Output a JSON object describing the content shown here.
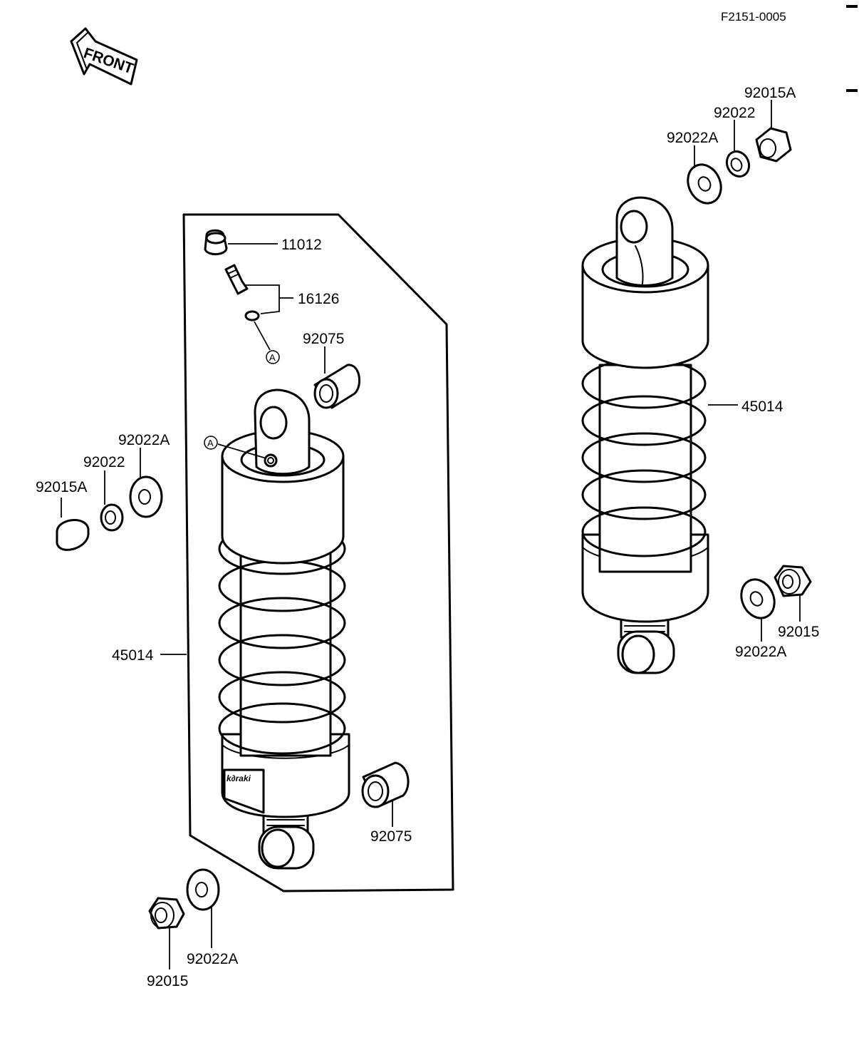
{
  "diagram_code": "F2151-0005",
  "front_label": "FRONT",
  "reference_mark": "A",
  "brand_fragment": "k∂raki",
  "colors": {
    "ink": "#000000",
    "paper": "#ffffff"
  },
  "labels": {
    "p11012": "11012",
    "p16126": "16126",
    "p92075_top": "92075",
    "p92075_bottom": "92075",
    "p45014_left": "45014",
    "p45014_right": "45014",
    "p92015A_left": "92015A",
    "p92022_left": "92022",
    "p92022A_left": "92022A",
    "p92015_bottom_left": "92015",
    "p92022A_bottom_left": "92022A",
    "p92015A_right": "92015A",
    "p92022_right": "92022",
    "p92022A_right": "92022A",
    "p92015_bottom_right": "92015",
    "p92022A_bottom_right": "92022A"
  }
}
